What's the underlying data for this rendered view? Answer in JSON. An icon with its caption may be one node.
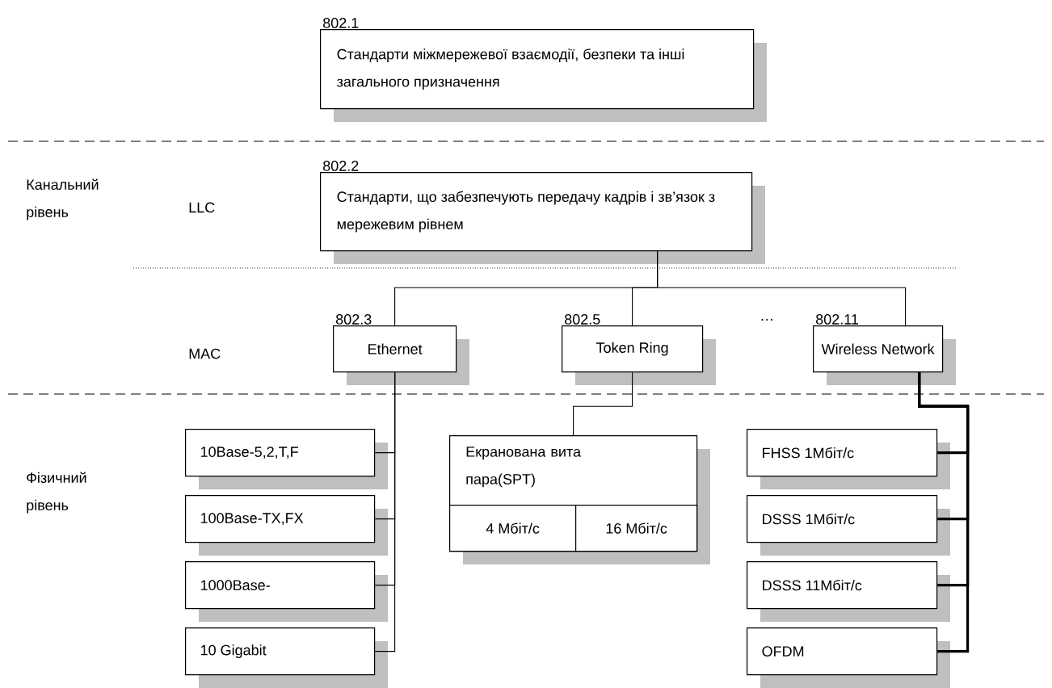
{
  "diagram": {
    "nodes": [
      {
        "text": [
          "802.1",
          "Стандарти міжмережевої взаємодії, безпеки та інші загального призначення"
        ]
      },
      {
        "text": [
          "802.2",
          "Стандарти, що забезпечують передачу кадрів і зв’язок з мережевим рівнем"
        ]
      },
      {
        "text": [
          "802.3",
          "Ethernet"
        ]
      },
      {
        "text": [
          "802.5",
          "Token Ring"
        ]
      },
      {
        "text": [
          "802.11",
          "Wireless Network"
        ]
      },
      {
        "text": [
          "10Base-5,2,T,F"
        ]
      },
      {
        "text": [
          "100Base-TX,FX"
        ]
      },
      {
        "text": [
          "1000Base-"
        ]
      },
      {
        "text": [
          "10 Gigabit"
        ]
      },
      {
        "text": [
          "Екранована вита пара(SPT)"
        ]
      },
      {
        "text": [
          "4 Мбіт/с"
        ],
        "in": 9
      },
      {
        "text": [
          "16 Мбіт/с"
        ],
        "in": 9
      },
      {
        "text": [
          "FHSS 1Мбіт/с"
        ]
      },
      {
        "text": [
          "DSSS 1Мбіт/с"
        ]
      },
      {
        "text": [
          "DSSS 11Мбіт/с"
        ]
      },
      {
        "text": [
          "OFDM"
        ]
      }
    ],
    "edges": [
      {
        "from": 1,
        "to": 2,
        "arrow": "none"
      },
      {
        "from": 1,
        "to": 3,
        "arrow": "none"
      },
      {
        "from": 1,
        "to": 4,
        "arrow": "none"
      },
      {
        "from": 2,
        "to": 5,
        "arrow": "none"
      },
      {
        "from": 2,
        "to": 6,
        "arrow": "none"
      },
      {
        "from": 2,
        "to": 7,
        "arrow": "none"
      },
      {
        "from": 2,
        "to": 8,
        "arrow": "none"
      },
      {
        "from": 3,
        "to": 9,
        "arrow": "none"
      },
      {
        "from": 4,
        "to": 12,
        "arrow": "none",
        "style": "thick"
      },
      {
        "from": 4,
        "to": 13,
        "arrow": "none",
        "style": "thick"
      },
      {
        "from": 4,
        "to": 14,
        "arrow": "none",
        "style": "thick"
      },
      {
        "from": 4,
        "to": 15,
        "arrow": "none",
        "style": "thick"
      }
    ],
    "labels": [
      "LLC",
      "Канальний рівень",
      "MAC",
      "Фізичний рівень",
      "…"
    ]
  }
}
